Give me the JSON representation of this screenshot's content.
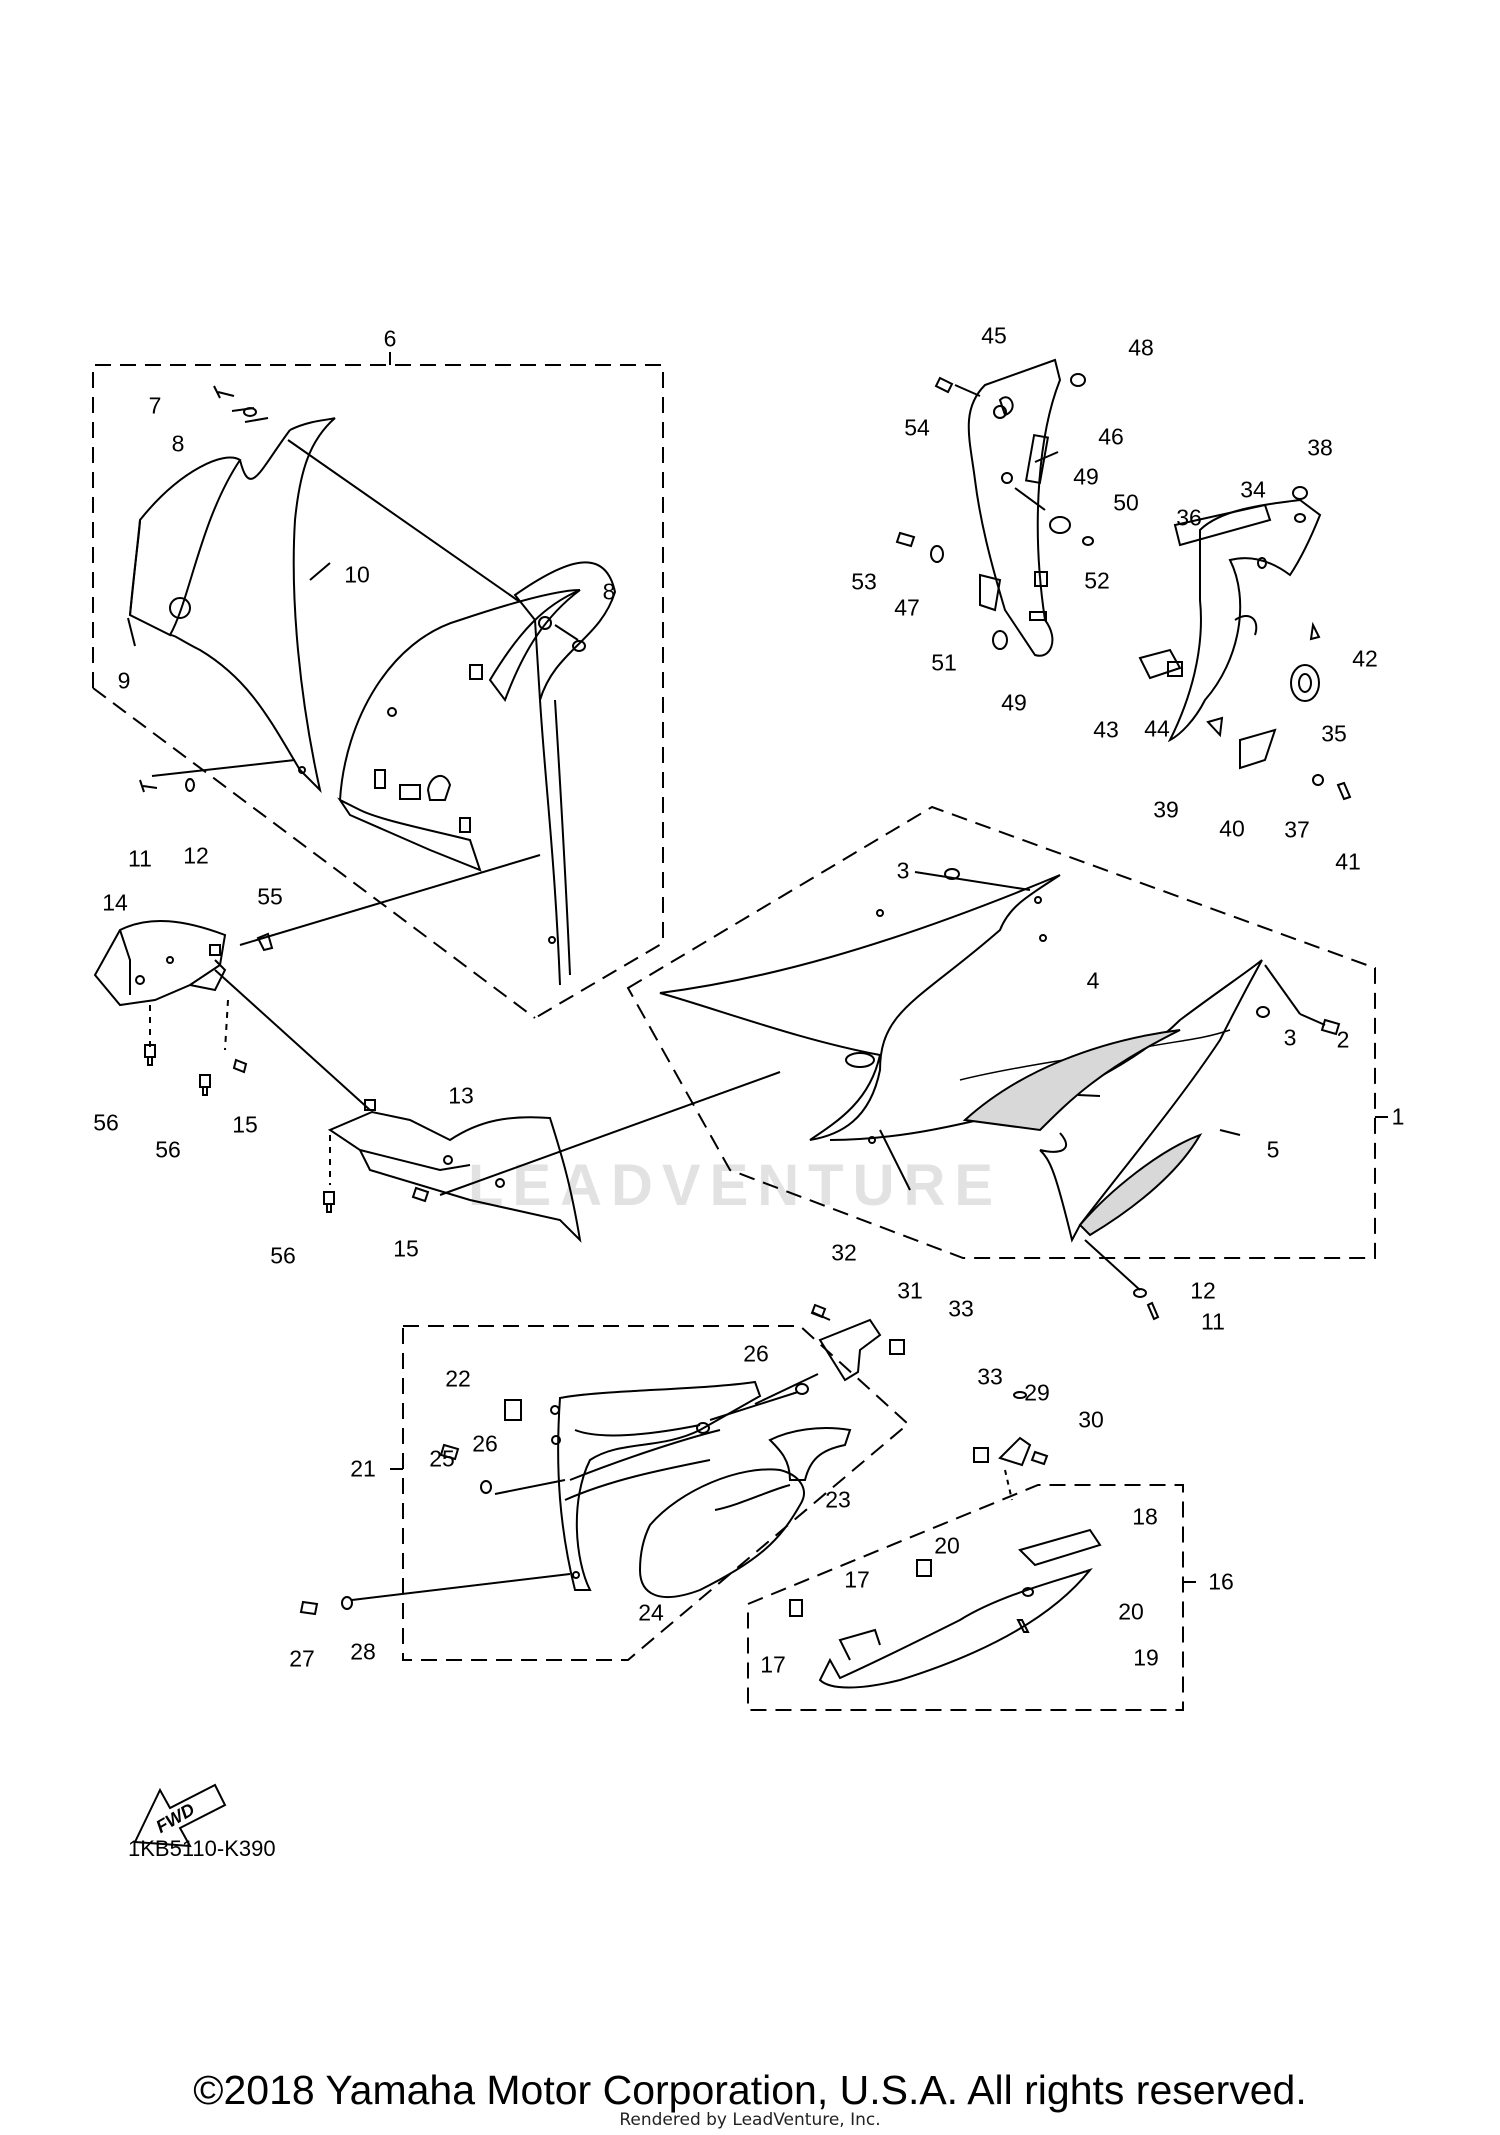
{
  "diagram": {
    "drawing_code": "1KB5110-K390",
    "copyright": "©2018 Yamaha Motor Corporation, U.S.A. All rights reserved.",
    "rendered_by": "Rendered by LeadVenture, Inc.",
    "watermark": "LEADVENTURE",
    "fwd_label": "FWD",
    "callouts": {
      "c1": "1",
      "c2": "2",
      "c3a": "3",
      "c3b": "3",
      "c4": "4",
      "c5": "5",
      "c6": "6",
      "c7": "7",
      "c8a": "8",
      "c8b": "8",
      "c9": "9",
      "c10": "10",
      "c11a": "11",
      "c11b": "11",
      "c12a": "12",
      "c12b": "12",
      "c13": "13",
      "c14": "14",
      "c15a": "15",
      "c15b": "15",
      "c16": "16",
      "c17a": "17",
      "c17b": "17",
      "c18": "18",
      "c19": "19",
      "c20a": "20",
      "c20b": "20",
      "c21": "21",
      "c22": "22",
      "c23": "23",
      "c24": "24",
      "c25": "25",
      "c26a": "26",
      "c26b": "26",
      "c27": "27",
      "c28": "28",
      "c29": "29",
      "c30": "30",
      "c31": "31",
      "c32": "32",
      "c33a": "33",
      "c33b": "33",
      "c34": "34",
      "c35": "35",
      "c36": "36",
      "c37": "37",
      "c38": "38",
      "c39": "39",
      "c40": "40",
      "c41": "41",
      "c42": "42",
      "c43": "43",
      "c44": "44",
      "c45": "45",
      "c46": "46",
      "c47": "47",
      "c48": "48",
      "c49a": "49",
      "c49b": "49",
      "c50": "50",
      "c51": "51",
      "c52": "52",
      "c53": "53",
      "c54": "54",
      "c55": "55",
      "c56a": "56",
      "c56b": "56",
      "c56c": "56"
    }
  }
}
